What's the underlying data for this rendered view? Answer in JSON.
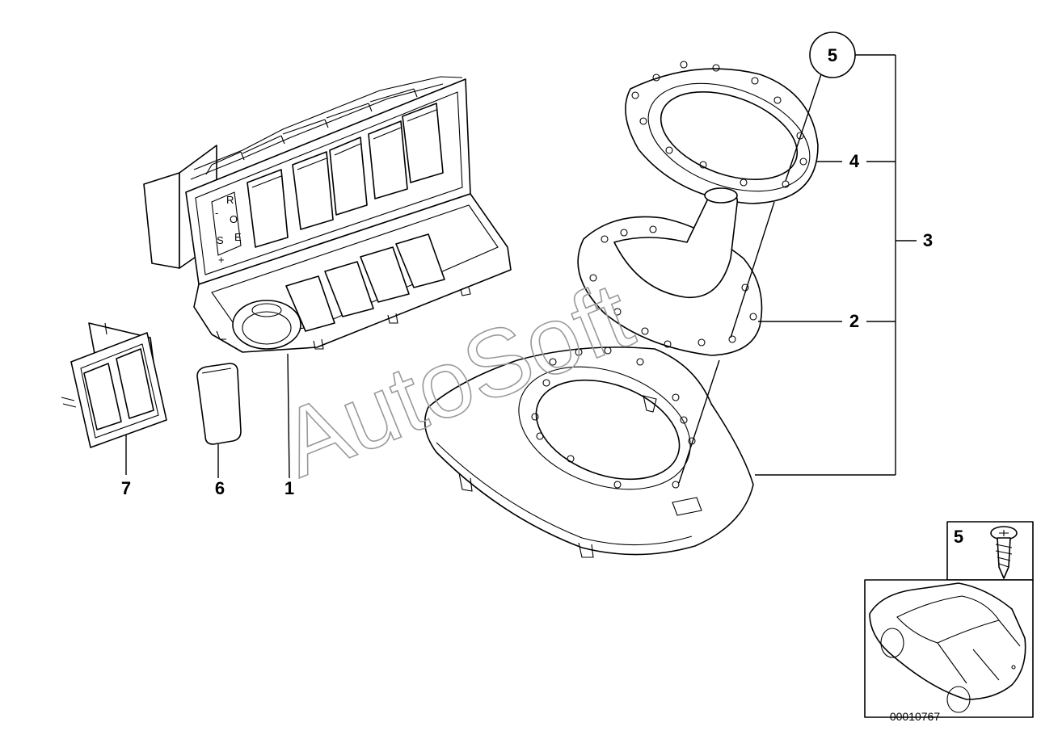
{
  "callouts": {
    "part_1": "1",
    "part_2": "2",
    "part_3": "3",
    "part_4": "4",
    "part_5": "5",
    "part_6": "6",
    "part_7": "7",
    "legend_5": "5"
  },
  "shift_pattern": {
    "r": "R",
    "o": "O",
    "s": "S",
    "e": "E",
    "minus": "-",
    "plus": "+"
  },
  "watermark": "AutoSoft",
  "diagram_number": "00010767"
}
